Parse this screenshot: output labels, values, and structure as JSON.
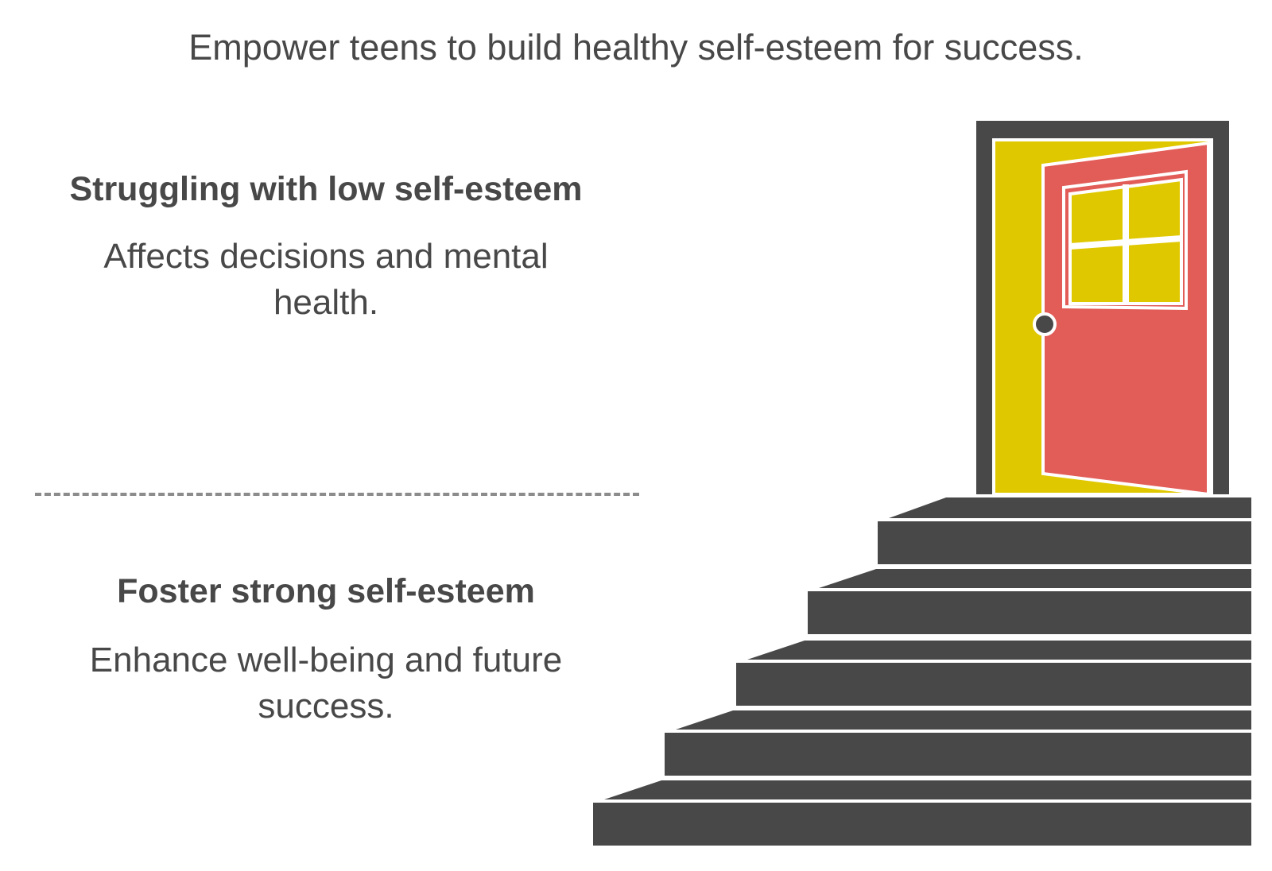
{
  "title": "Empower teens to build healthy self-esteem for success.",
  "problem": {
    "heading": "Struggling with low self-esteem",
    "body": "Affects decisions and mental health."
  },
  "solution": {
    "heading": "Foster strong self-esteem",
    "body": "Enhance well-being and future success."
  },
  "colors": {
    "text": "#484848",
    "frame": "#484848",
    "door": "#e25c58",
    "opening": "#e0c800",
    "stairs": "#484848",
    "divider": "#8c8c8c"
  },
  "icons": {
    "door": "open-door-icon",
    "stairs": "staircase-icon"
  }
}
